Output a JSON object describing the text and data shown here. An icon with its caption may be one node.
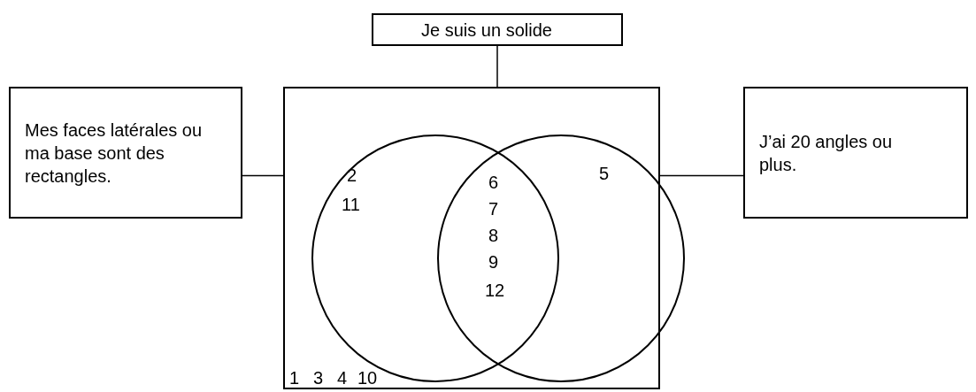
{
  "diagram": {
    "nodes": [
      {
        "text": [
          "Je suis un solide"
        ]
      },
      {
        "text": [],
        "shape": "box"
      },
      {
        "text": [],
        "shape": "circle",
        "in": 1
      },
      {
        "text": [],
        "shape": "circle",
        "in": 1
      },
      {
        "text": [
          "Mes faces latérales ou ma base sont des rectangles."
        ]
      },
      {
        "text": [
          "J’ai 20 angles ou plus."
        ]
      }
    ],
    "edges": [
      {
        "from": 0,
        "to": 1,
        "arrow": "none"
      },
      {
        "from": 4,
        "to": 2,
        "arrow": "none"
      },
      {
        "from": 5,
        "to": 3,
        "arrow": "none"
      }
    ],
    "labels": [
      "2",
      "11",
      "6",
      "7",
      "8",
      "9",
      "12",
      "5",
      "1",
      "3",
      "4",
      "10"
    ]
  }
}
